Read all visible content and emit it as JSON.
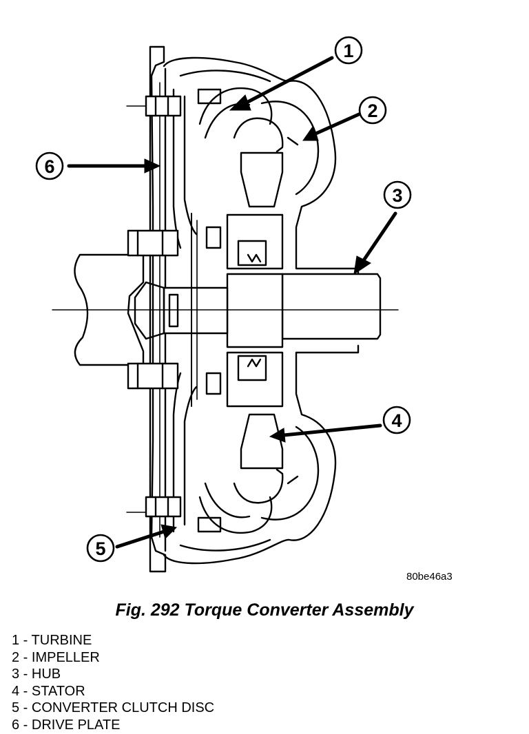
{
  "figure": {
    "reference_code": "80be46a3",
    "caption": "Fig. 292 Torque Converter Assembly"
  },
  "callouts": [
    {
      "number": "1"
    },
    {
      "number": "2"
    },
    {
      "number": "3"
    },
    {
      "number": "4"
    },
    {
      "number": "5"
    },
    {
      "number": "6"
    }
  ],
  "legend": [
    "1 - TURBINE",
    "2 - IMPELLER",
    "3 - HUB",
    "4 - STATOR",
    "5 - CONVERTER CLUTCH DISC",
    "6 - DRIVE PLATE"
  ]
}
